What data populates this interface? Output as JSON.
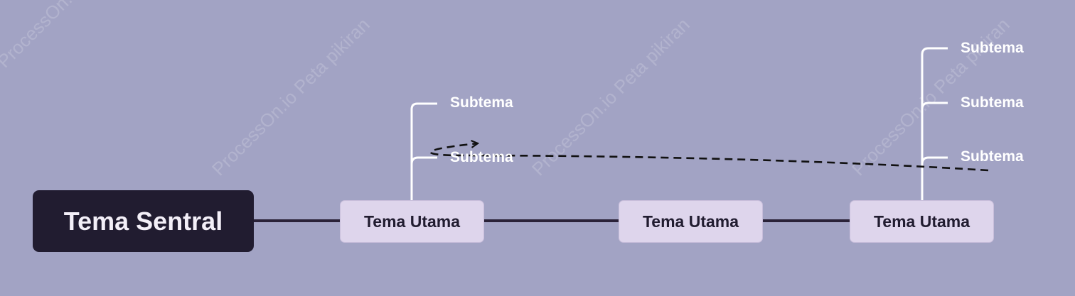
{
  "diagram": {
    "central_topic": "Tema Sentral",
    "main_topics": [
      {
        "label": "Tema Utama"
      },
      {
        "label": "Tema Utama"
      },
      {
        "label": "Tema Utama"
      }
    ],
    "subtopics": [
      {
        "label": "Subtema",
        "parent": 0
      },
      {
        "label": "Subtema",
        "parent": 0
      },
      {
        "label": "Subtema",
        "parent": 2
      },
      {
        "label": "Subtema",
        "parent": 2
      },
      {
        "label": "Subtema",
        "parent": 2
      }
    ],
    "watermarks": [
      "ProcessOn.io Peta pikiran",
      "ProcessOn.io Peta pikiran",
      "ProcessOn.io Peta pikiran",
      "ProcessOn.io Peta pikiran"
    ],
    "colors": {
      "background": "#a2a3c4",
      "central_fill": "#211c30",
      "central_text": "#f3eff8",
      "main_fill": "#ded5ec",
      "main_text": "#211c30",
      "connector": "#2a2238",
      "branch_line": "#ffffff",
      "relation_line": "#111111",
      "subtopic_text": "#ffffff"
    }
  }
}
